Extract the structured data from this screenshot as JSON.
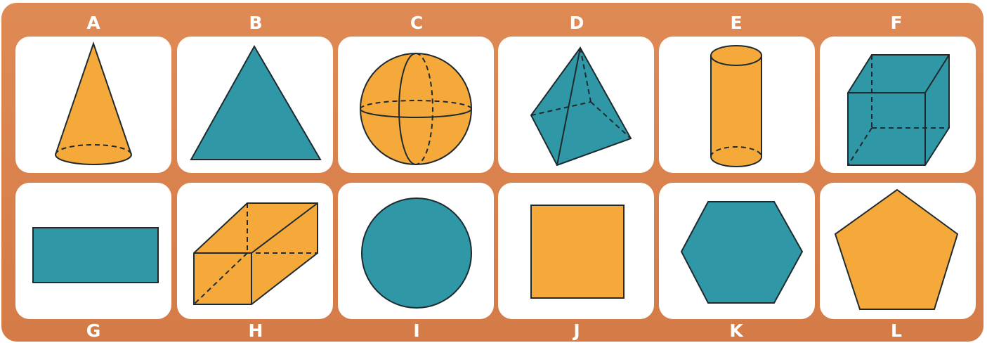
{
  "shapes": [
    {
      "letter": "A",
      "shape": "cone",
      "color": "#f4a93a"
    },
    {
      "letter": "B",
      "shape": "triangle",
      "color": "#2f97a6"
    },
    {
      "letter": "C",
      "shape": "sphere",
      "color": "#f4a93a"
    },
    {
      "letter": "D",
      "shape": "pyramid",
      "color": "#2f97a6"
    },
    {
      "letter": "E",
      "shape": "cylinder",
      "color": "#f4a93a"
    },
    {
      "letter": "F",
      "shape": "cube",
      "color": "#2f97a6"
    },
    {
      "letter": "G",
      "shape": "rectangle",
      "color": "#2f97a6"
    },
    {
      "letter": "H",
      "shape": "rectangular-prism",
      "color": "#f4a93a"
    },
    {
      "letter": "I",
      "shape": "circle",
      "color": "#2f97a6"
    },
    {
      "letter": "J",
      "shape": "square",
      "color": "#f4a93a"
    },
    {
      "letter": "K",
      "shape": "hexagon",
      "color": "#2f97a6"
    },
    {
      "letter": "L",
      "shape": "pentagon",
      "color": "#f4a93a"
    }
  ],
  "colors": {
    "board": "#d9824f",
    "card": "#ffffff",
    "orange": "#f4a93a",
    "teal": "#2f97a6",
    "outline": "#1e2a2e"
  }
}
